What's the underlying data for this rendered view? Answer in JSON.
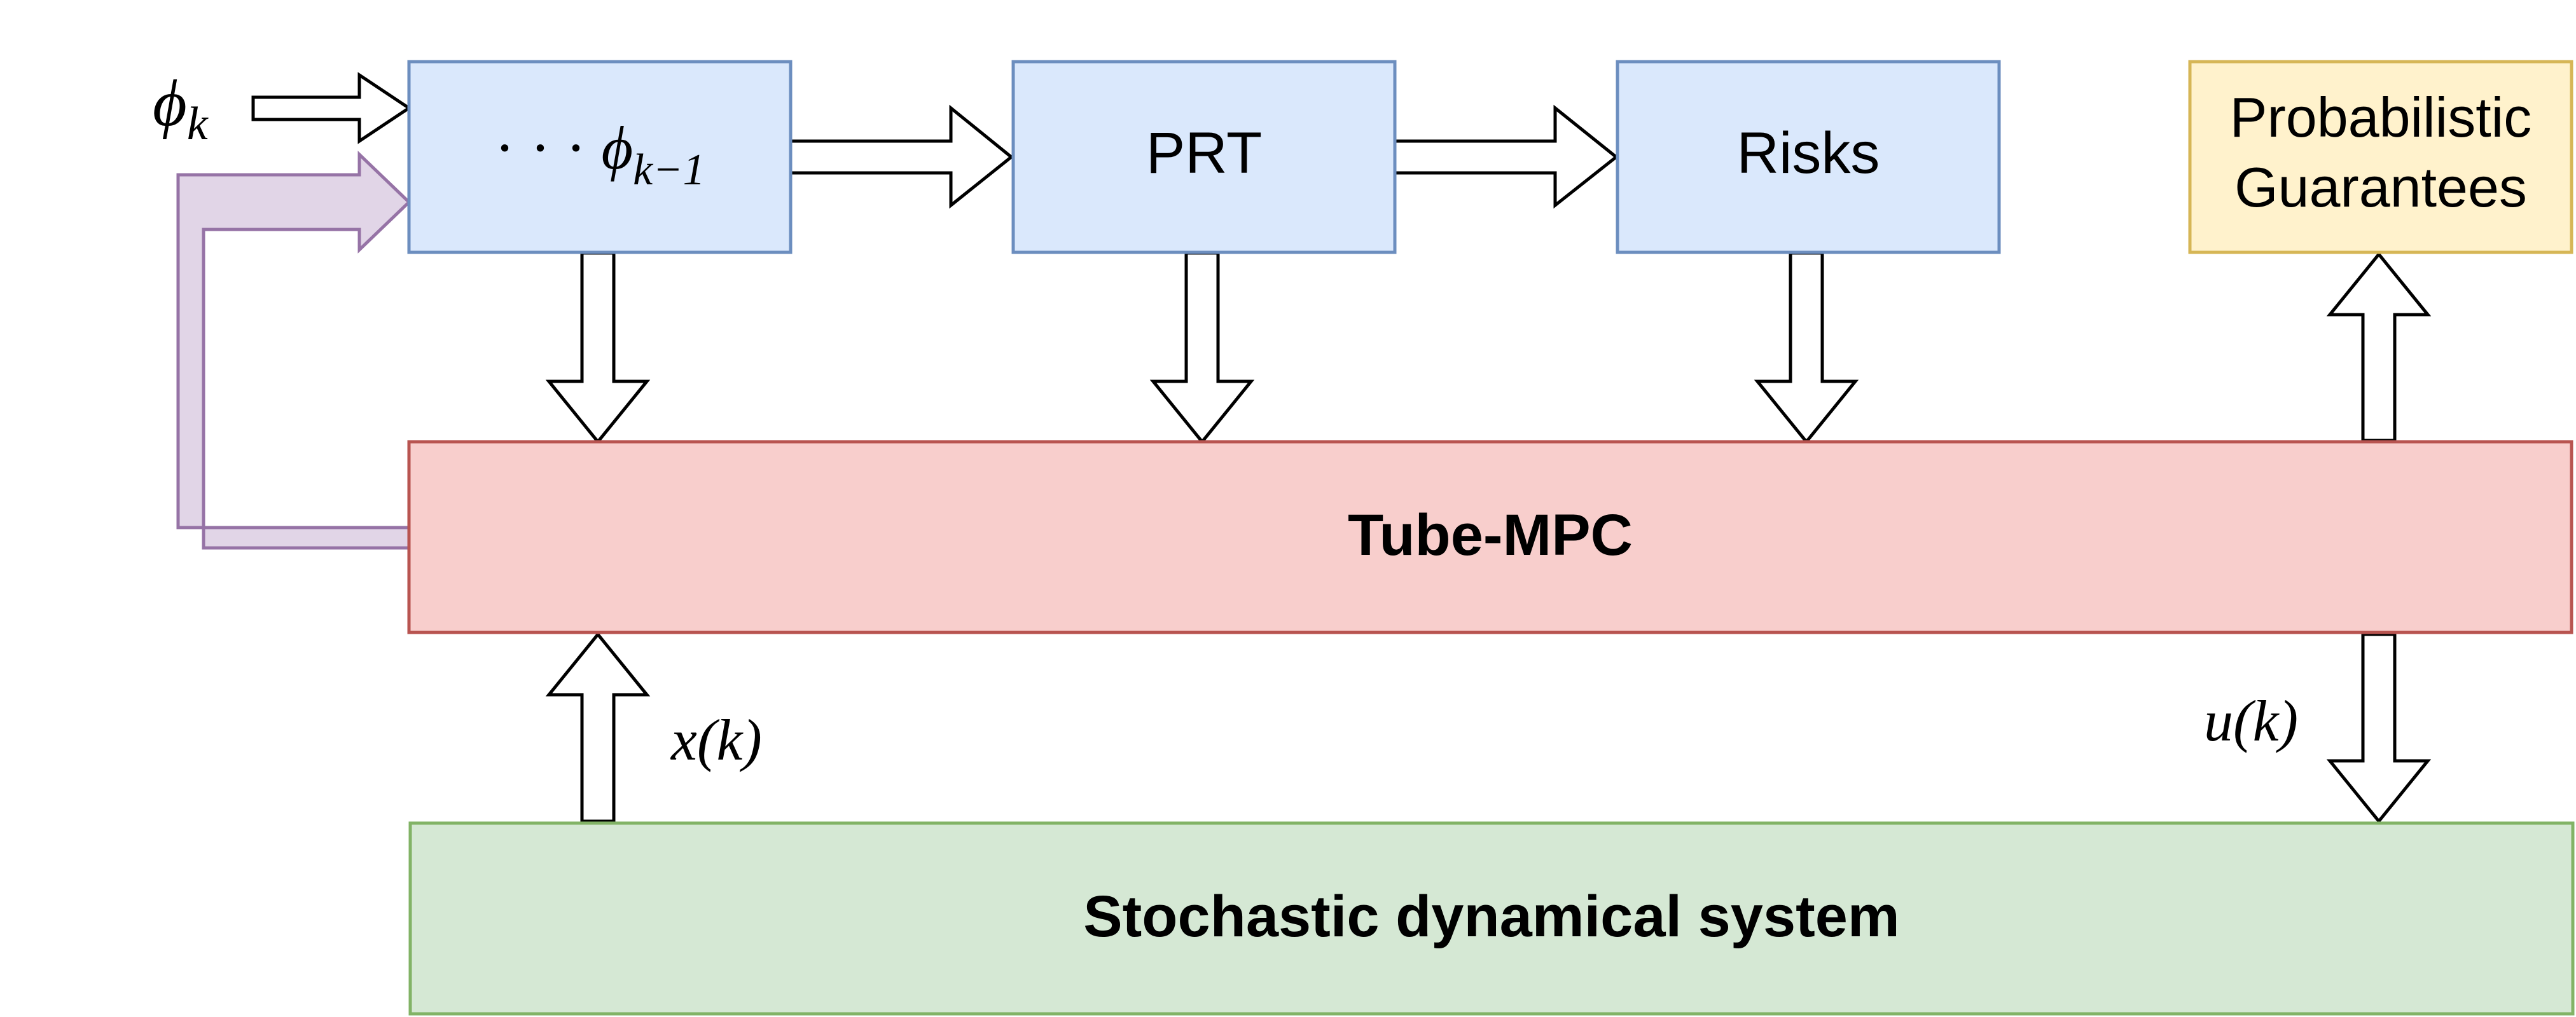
{
  "diagram": {
    "phi_input": {
      "base": "ϕ",
      "sub": "k"
    },
    "phi_history": {
      "prefix": "· · · ",
      "base": "ϕ",
      "sub": "k−1"
    },
    "prt": {
      "label": "PRT"
    },
    "risks": {
      "label": "Risks"
    },
    "guarantees": {
      "line1": "Probabilistic",
      "line2": "Guarantees"
    },
    "tube_mpc": {
      "label": "Tube-MPC"
    },
    "system": {
      "label": "Stochastic dynamical system"
    },
    "state": {
      "label": "x(k)"
    },
    "control": {
      "label": "u(k)"
    },
    "colors": {
      "blue_fill": "#dae8fc",
      "blue_stroke": "#6c8ebf",
      "red_fill": "#f8cecc",
      "red_stroke": "#b85450",
      "green_fill": "#d5e8d4",
      "green_stroke": "#82b366",
      "yellow_fill": "#fff2cc",
      "yellow_stroke": "#d6b656",
      "purple_fill": "#e1d5e7",
      "purple_stroke": "#9673a6"
    }
  }
}
